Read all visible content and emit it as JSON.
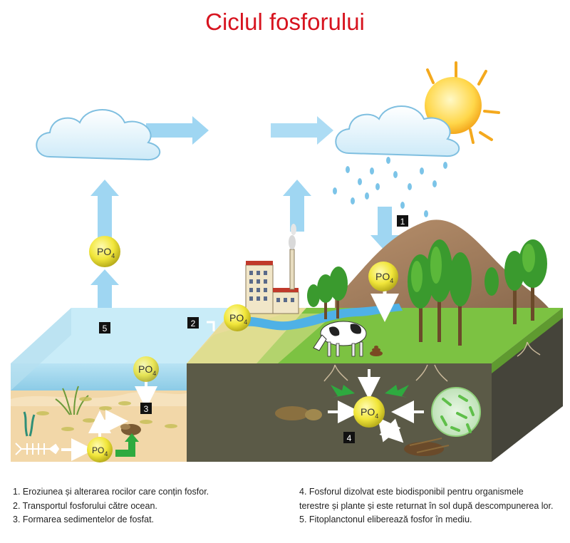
{
  "title": "Ciclul fosforului",
  "po4_label": "PO",
  "po4_subscript": "4",
  "badges": [
    "1",
    "2",
    "3",
    "4",
    "5"
  ],
  "legend": [
    "1. Eroziunea și alterarea rocilor care conțin fosfor.",
    "2. Transportul fosforului către ocean.",
    "3. Formarea sedimentelor de fosfat.",
    "4. Fosforul dizolvat este biodisponibil pentru organismele",
    "terestre și plante și este returnat în sol după descompunerea lor.",
    "5. Fitoplanctonul eliberează fosfor în mediu."
  ],
  "colors": {
    "title": "#d7141f",
    "sky_arrow": "#9fd6f2",
    "sea": "#a9dcef",
    "sand": "#f2d7a8",
    "soil": "#5b5a47",
    "grass": "#7cc242",
    "po4_ball": "#f1e63a",
    "green_arrow": "#2eaa3f"
  }
}
